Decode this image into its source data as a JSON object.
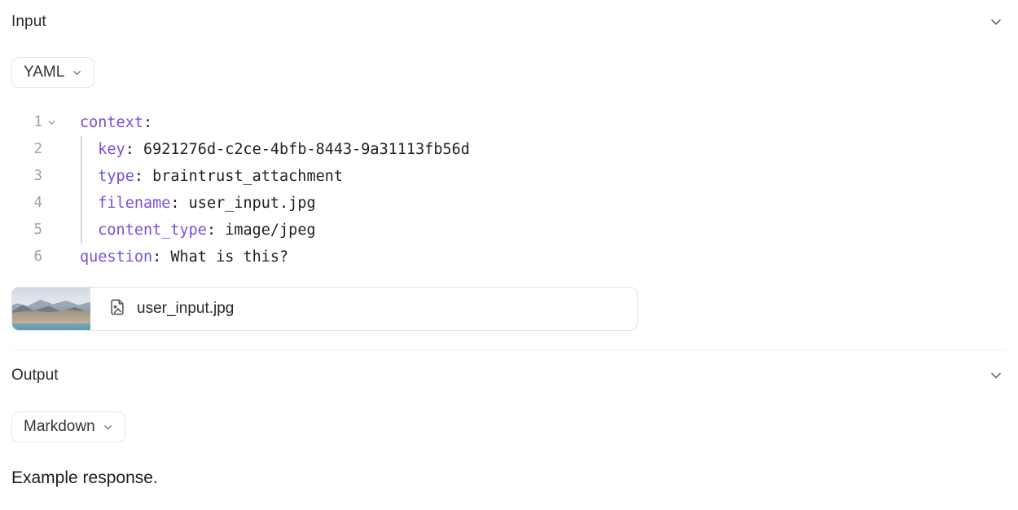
{
  "input_section": {
    "title": "Input",
    "collapse_icon": "chevron-down-icon",
    "format_selector": {
      "label": "YAML",
      "chevron_icon": "chevron-down-icon"
    },
    "code": {
      "language": "yaml",
      "lines": [
        {
          "number": "1",
          "indent": 0,
          "key": "context",
          "sep": ":",
          "value": "",
          "foldable": true
        },
        {
          "number": "2",
          "indent": 1,
          "key": "key",
          "sep": ":",
          "value": " 6921276d-c2ce-4bfb-8443-9a31113fb56d",
          "foldable": false
        },
        {
          "number": "3",
          "indent": 1,
          "key": "type",
          "sep": ":",
          "value": " braintrust_attachment",
          "foldable": false
        },
        {
          "number": "4",
          "indent": 1,
          "key": "filename",
          "sep": ":",
          "value": " user_input.jpg",
          "foldable": false
        },
        {
          "number": "5",
          "indent": 1,
          "key": "content_type",
          "sep": ":",
          "value": " image/jpeg",
          "foldable": false
        },
        {
          "number": "6",
          "indent": 0,
          "key": "question",
          "sep": ":",
          "value": " What is this?",
          "foldable": false
        }
      ]
    },
    "attachment": {
      "filename": "user_input.jpg",
      "file_icon": "file-image-icon",
      "thumbnail_alt": "mountain landscape with lake"
    }
  },
  "output_section": {
    "title": "Output",
    "collapse_icon": "chevron-down-icon",
    "format_selector": {
      "label": "Markdown",
      "chevron_icon": "chevron-down-icon"
    },
    "body_text": "Example response."
  },
  "colors": {
    "background": "#ffffff",
    "text": "#18181b",
    "yaml_key": "#7b4ddb",
    "yaml_value": "#20202a",
    "gutter": "#a0a0ab",
    "border": "#e4e4e8",
    "divider": "#efeff1",
    "icon": "#6b6b76"
  }
}
